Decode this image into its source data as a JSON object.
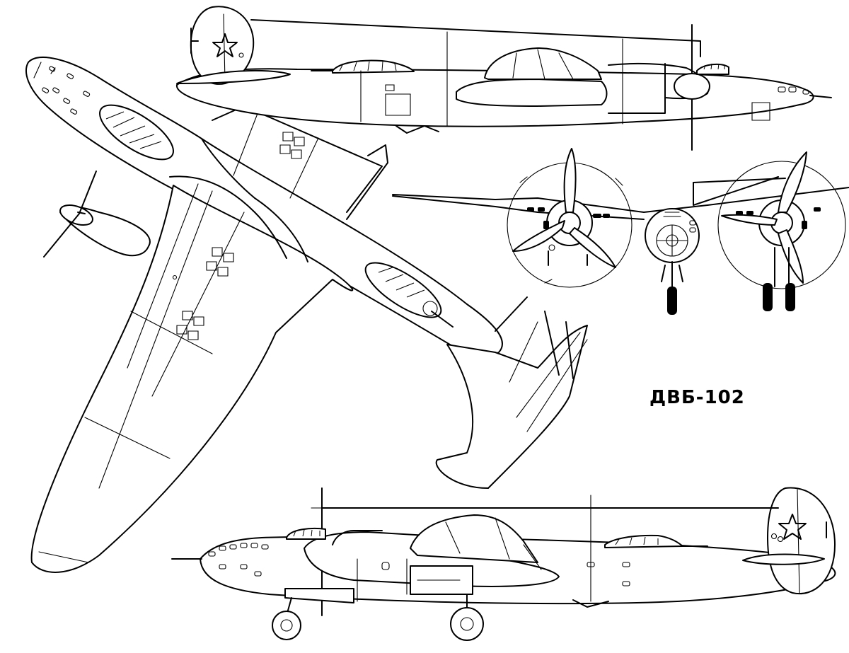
{
  "title": "ДВБ-102",
  "palette": {
    "line": "#000000",
    "paper": "#ffffff"
  },
  "views": [
    {
      "name": "top-side-view",
      "icons": [
        "red-star-icon"
      ]
    },
    {
      "name": "front-view",
      "icons": [
        "propeller-icon"
      ]
    },
    {
      "name": "plan-view"
    },
    {
      "name": "bottom-side-view",
      "icons": [
        "red-star-icon"
      ]
    }
  ]
}
